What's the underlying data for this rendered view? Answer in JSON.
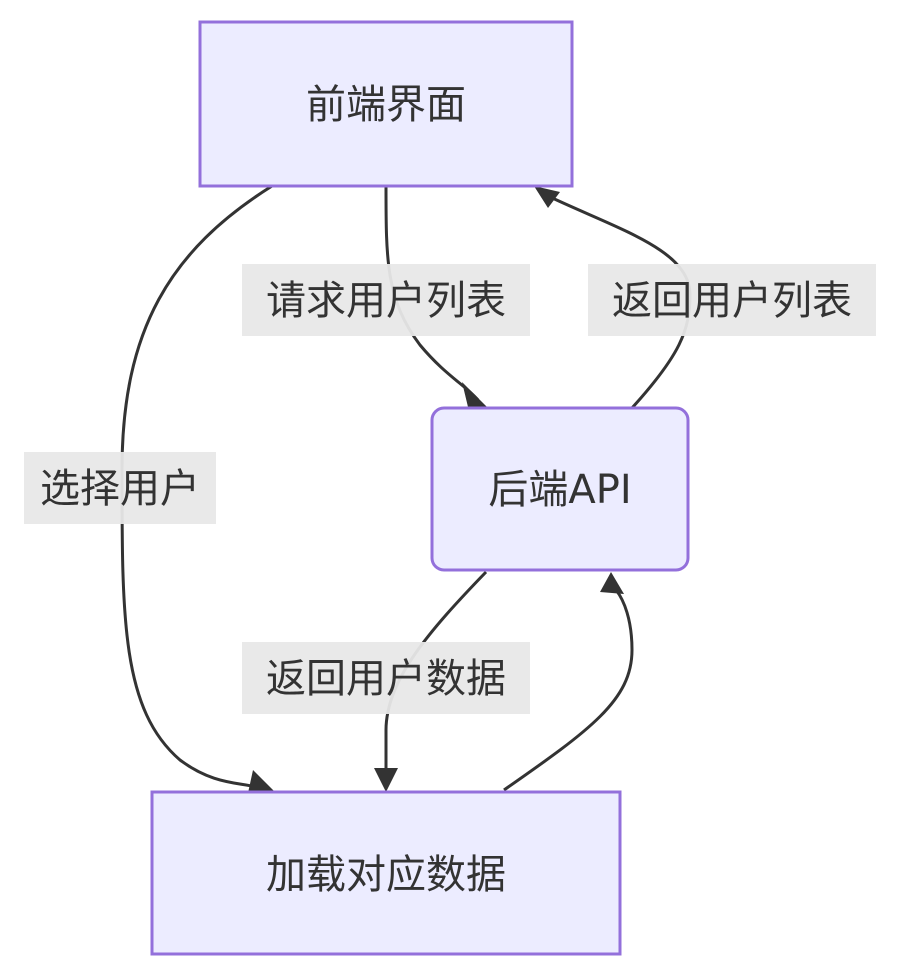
{
  "nodes": {
    "frontend": "前端界面",
    "backend": "后端API",
    "load": "加载对应数据"
  },
  "edges": {
    "request_users": "请求用户列表",
    "return_users": "返回用户列表",
    "select_user": "选择用户",
    "return_user_data": "返回用户数据"
  },
  "colors": {
    "node_fill": "#ECECFF",
    "node_stroke": "#9370DB",
    "edge": "#333333",
    "label_bg": "#e8e8e8"
  }
}
